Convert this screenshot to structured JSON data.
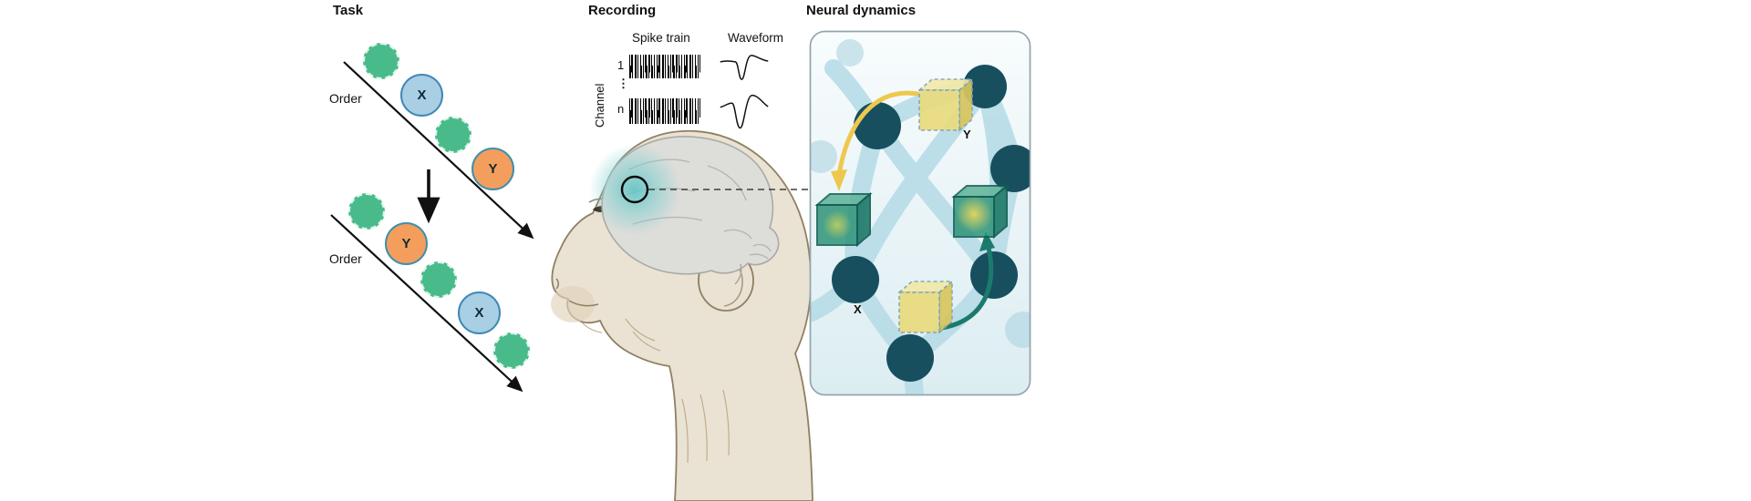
{
  "task": {
    "title": "Task",
    "order_label": "Order",
    "item_x_label": "X",
    "item_y_label": "Y"
  },
  "recording": {
    "title": "Recording",
    "spike_train_label": "Spike train",
    "waveform_label": "Waveform",
    "channel_axis_label": "Channel",
    "channel_first": "1",
    "channel_ellipsis": "⋮",
    "channel_last": "n"
  },
  "neural_dynamics": {
    "title": "Neural dynamics",
    "state_y_label": "Y",
    "state_x_label": "X"
  },
  "colors": {
    "item_green": "#49bb8b",
    "item_blue_fill": "#a9cfe5",
    "item_blue_border": "#4187b5",
    "item_orange_fill": "#f49e5d",
    "item_orange_border": "#3d8fab",
    "arrow_black": "#111111",
    "monkey_skin": "#eae2d2",
    "monkey_outline": "#8f7f63",
    "brain_gray": "#ddddda",
    "recording_glow_teal": "#5ec4c4",
    "panel_bg_top": "#f8fcfd",
    "panel_bg_bottom": "#dcedf2",
    "network_node_dark": "#174f5f",
    "network_ribbon_blue": "#b7dce7",
    "cube_yellow": "#e9db7e",
    "cube_green": "#2f9478",
    "arrow_yellow": "#eec84e",
    "arrow_teal": "#1c7a6d"
  }
}
